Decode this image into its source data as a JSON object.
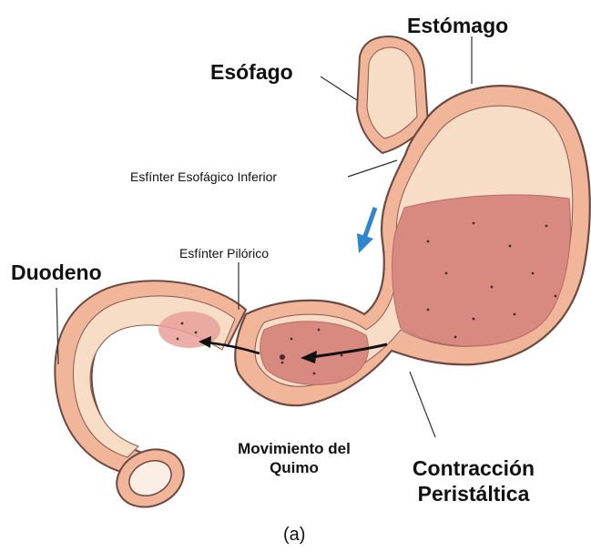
{
  "labels": {
    "stomach": "Estómago",
    "esophagus": "Esófago",
    "les": "Esfínter Esofágico Inferior",
    "pyloric": "Esfínter Pilórico",
    "duodenum": "Duodeno",
    "chyme_line1": "Movimiento del",
    "chyme_line2": "Quimo",
    "peristalsis_line1": "Contracción",
    "peristalsis_line2": "Peristáltica",
    "caption": "(a)"
  },
  "colors": {
    "wall_outer": "#f1b59a",
    "wall_inner": "#f6c9b0",
    "lumen_pale": "#f8ddc6",
    "contents": "#d98a80",
    "contents_dark": "#c86f68",
    "outline": "#6b4a42",
    "arrow": "#2f86cf"
  }
}
